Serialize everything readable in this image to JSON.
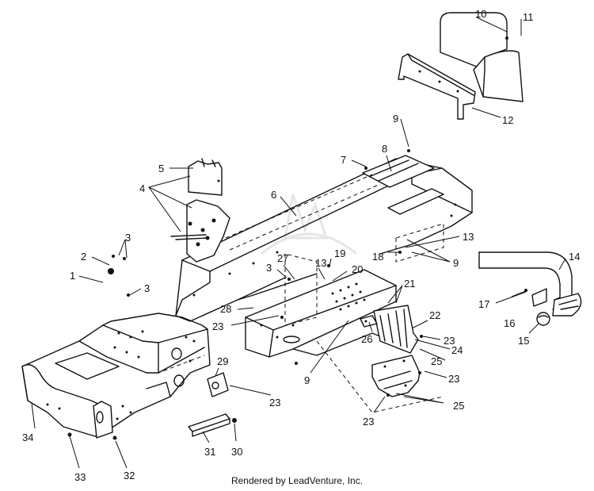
{
  "footer_text": "Rendered by LeadVenture, Inc.",
  "watermark_text": "LEADVENTURE",
  "callouts": {
    "c10": "10",
    "c11": "11",
    "c12": "12",
    "c9a": "9",
    "c7": "7",
    "c8": "8",
    "c5": "5",
    "c4": "4",
    "c6": "6",
    "c3a": "3",
    "c2": "2",
    "c1": "1",
    "c3b": "3",
    "c13a": "13",
    "c9b": "9",
    "c18": "18",
    "c14": "14",
    "c3c": "3",
    "c27": "27",
    "c13b": "13",
    "c19": "19",
    "c20": "20",
    "c21": "21",
    "c17": "17",
    "c16": "16",
    "c15": "15",
    "c28": "28",
    "c23a": "23",
    "c26": "26",
    "c22": "22",
    "c23b": "23",
    "c24": "24",
    "c25a": "25",
    "c9c": "9",
    "c23c": "23",
    "c29": "29",
    "c23d": "23",
    "c25b": "25",
    "c23e": "23",
    "c34": "34",
    "c31": "31",
    "c30": "30",
    "c33": "33",
    "c32": "32"
  }
}
